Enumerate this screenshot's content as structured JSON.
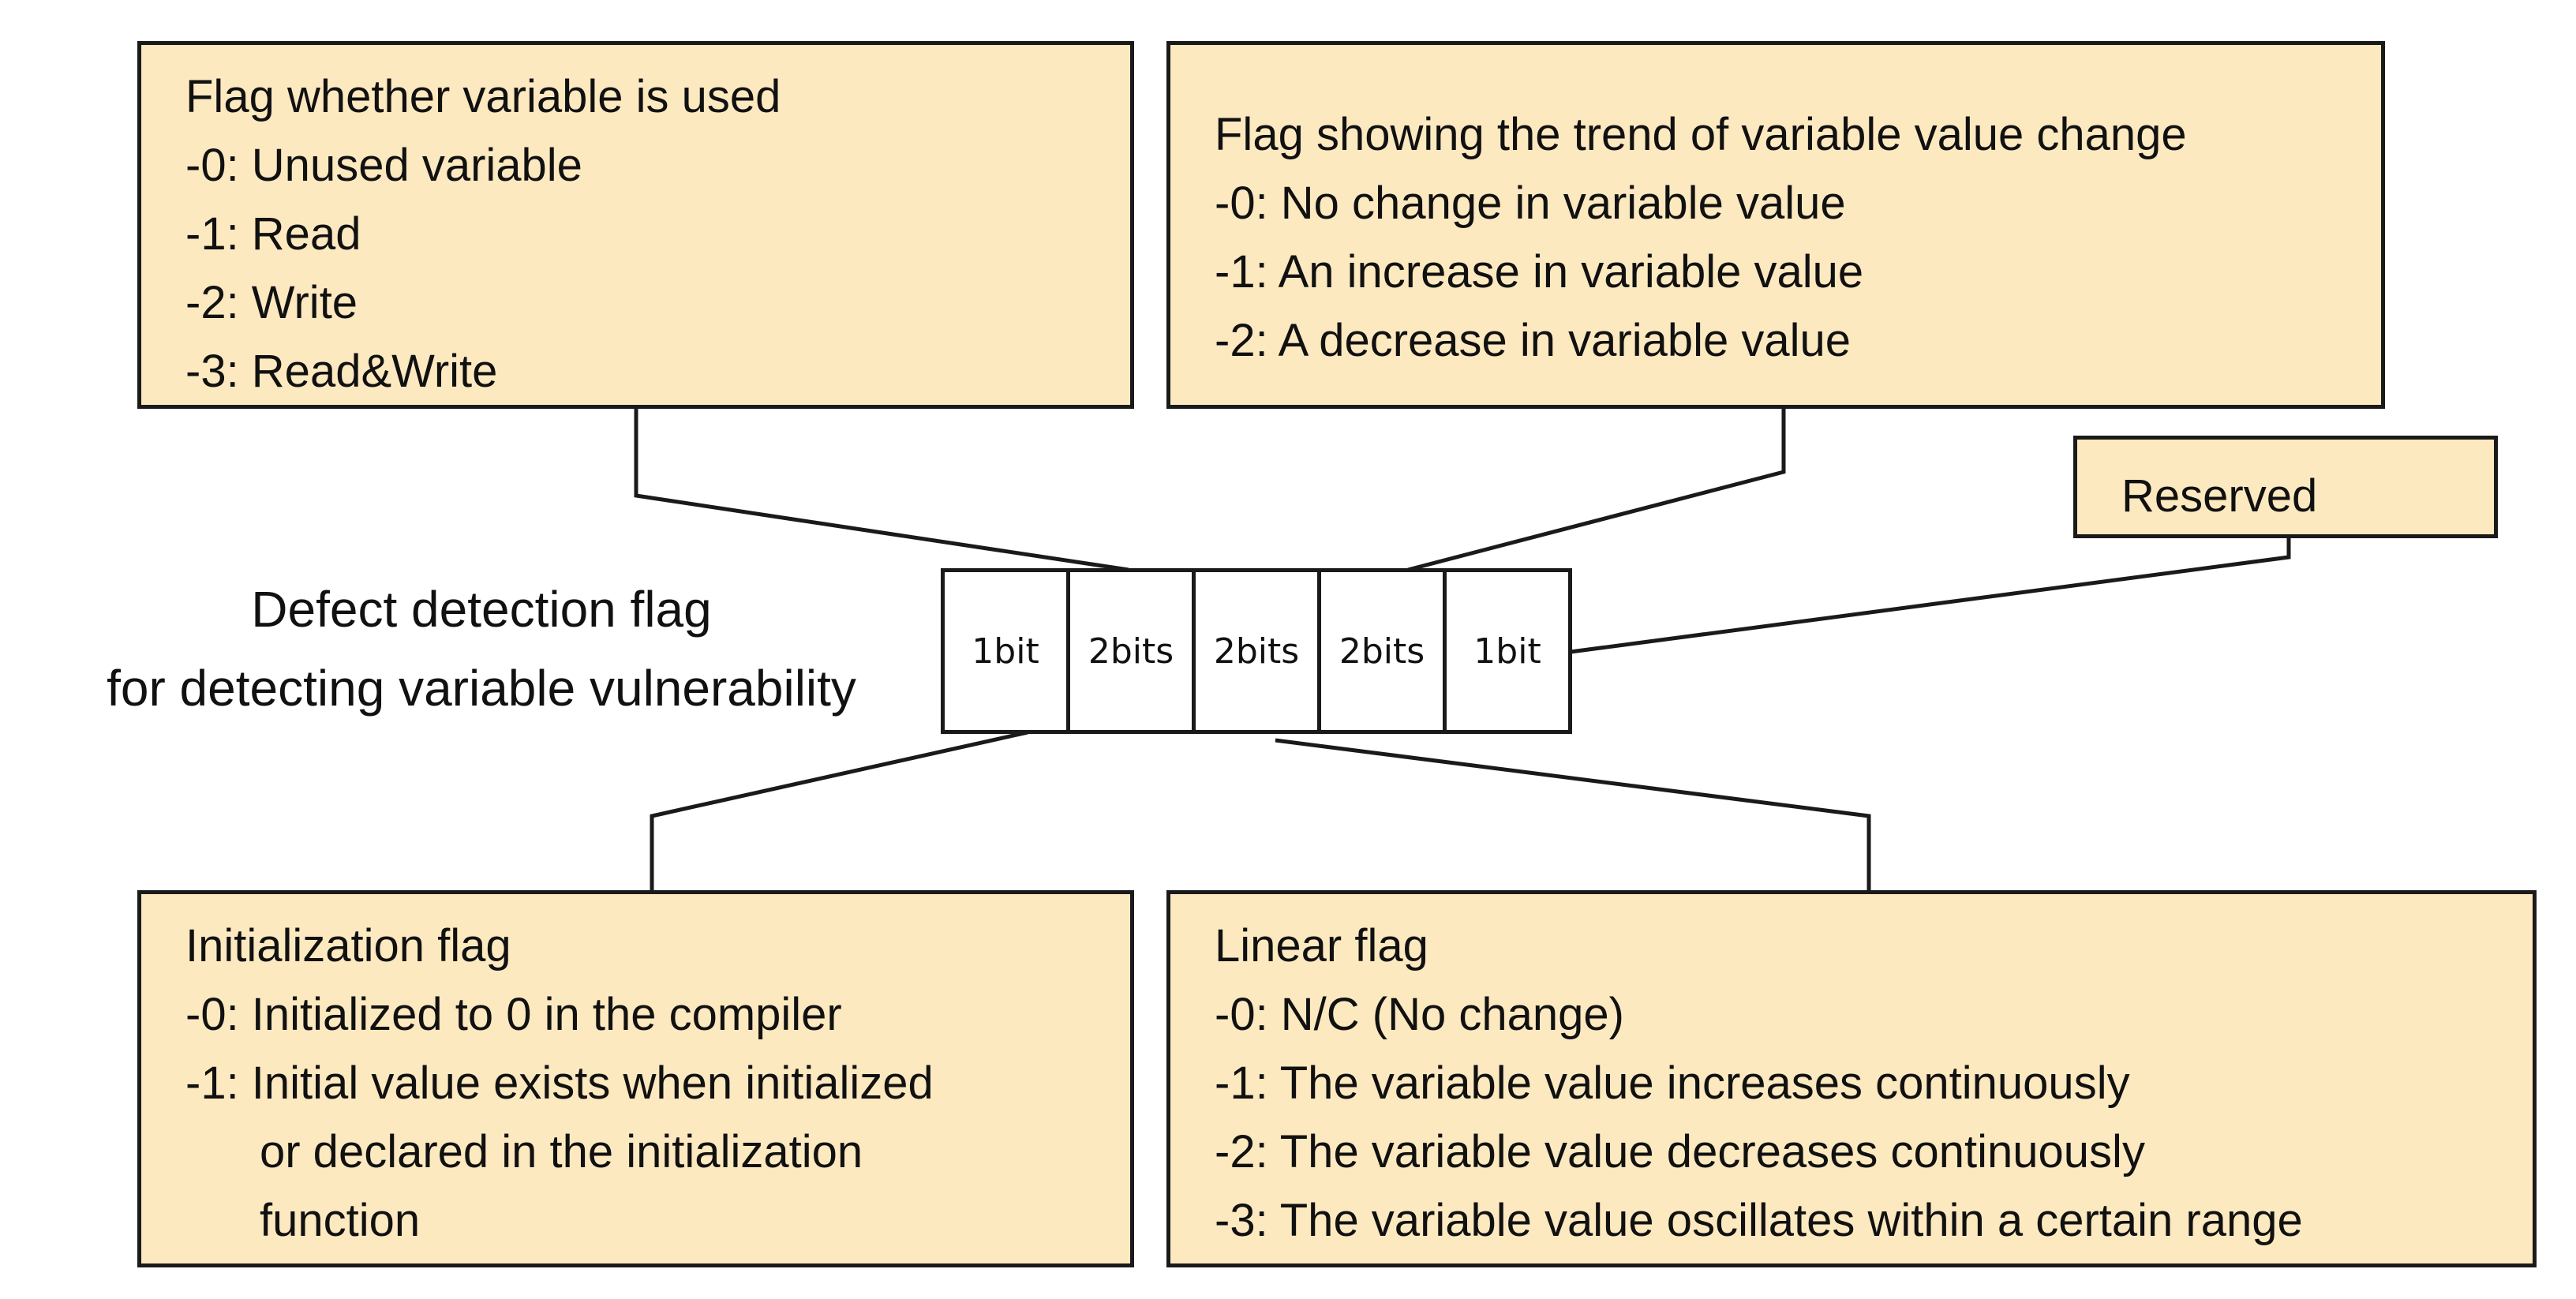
{
  "diagram": {
    "main_label": {
      "line1": "Defect detection flag",
      "line2": "for detecting variable vulnerability"
    },
    "bit_fields": [
      "1bit",
      "2bits",
      "2bits",
      "2bits",
      "1bit"
    ],
    "usage_flag": {
      "title": "Flag whether variable is used",
      "items": [
        "-0: Unused variable",
        "-1: Read",
        "-2: Write",
        "-3: Read&Write"
      ]
    },
    "trend_flag": {
      "title": "Flag showing the trend of variable value change",
      "items": [
        "-0: No change in variable value",
        "-1: An increase in variable value",
        "-2: A decrease in variable value"
      ]
    },
    "reserved": {
      "label": "Reserved"
    },
    "init_flag": {
      "title": "Initialization flag",
      "items": [
        "-0: Initialized to 0 in the compiler",
        "-1: Initial value exists when initialized"
      ],
      "continuation": [
        "or declared in the initialization",
        "function"
      ]
    },
    "linear_flag": {
      "title": "Linear flag",
      "items": [
        "-0: N/C (No change)",
        "-1: The variable value increases continuously",
        "-2: The variable value decreases continuously",
        "-3: The variable value oscillates within a certain range"
      ]
    },
    "colors": {
      "box_fill": "#fde9c0",
      "stroke": "#1a1a1a"
    }
  }
}
